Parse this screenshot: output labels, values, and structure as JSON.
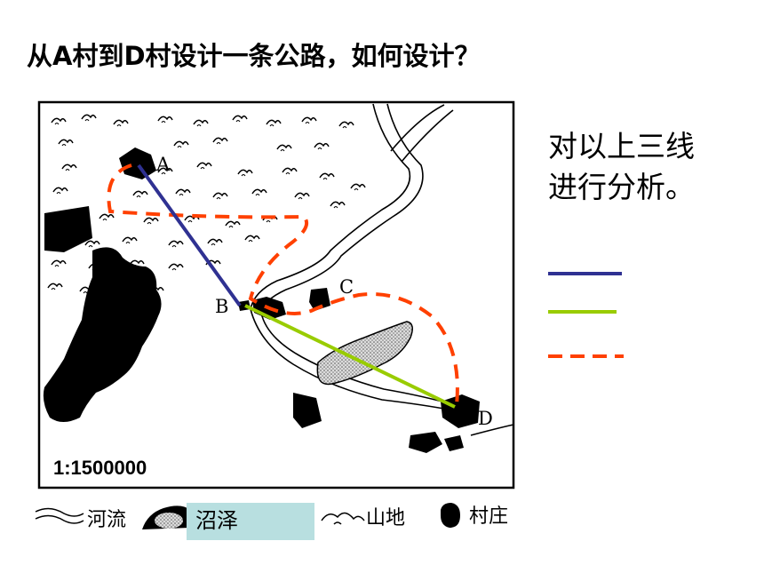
{
  "title": "从A村到D村设计一条公路，如何设计？",
  "analysis_text": "对以上三线进行分析。",
  "map": {
    "scale": "1:1500000",
    "villages": [
      "A",
      "B",
      "C",
      "D"
    ]
  },
  "routes": [
    {
      "style": "solid",
      "color": "#2f3192",
      "from": "A",
      "to": "B"
    },
    {
      "style": "solid",
      "color": "#99cc00",
      "from": "B",
      "to": "D"
    },
    {
      "style": "dashed",
      "color": "#ff4000",
      "from": "A",
      "to": "D"
    }
  ],
  "legend": {
    "river": "河流",
    "swamp": "沼泽",
    "mountain": "山地",
    "village": "村庄"
  },
  "colors": {
    "blue_route": "#2f3192",
    "green_route": "#99cc00",
    "red_route": "#ff4000",
    "swamp_label_bg": "#b8dfe0"
  }
}
